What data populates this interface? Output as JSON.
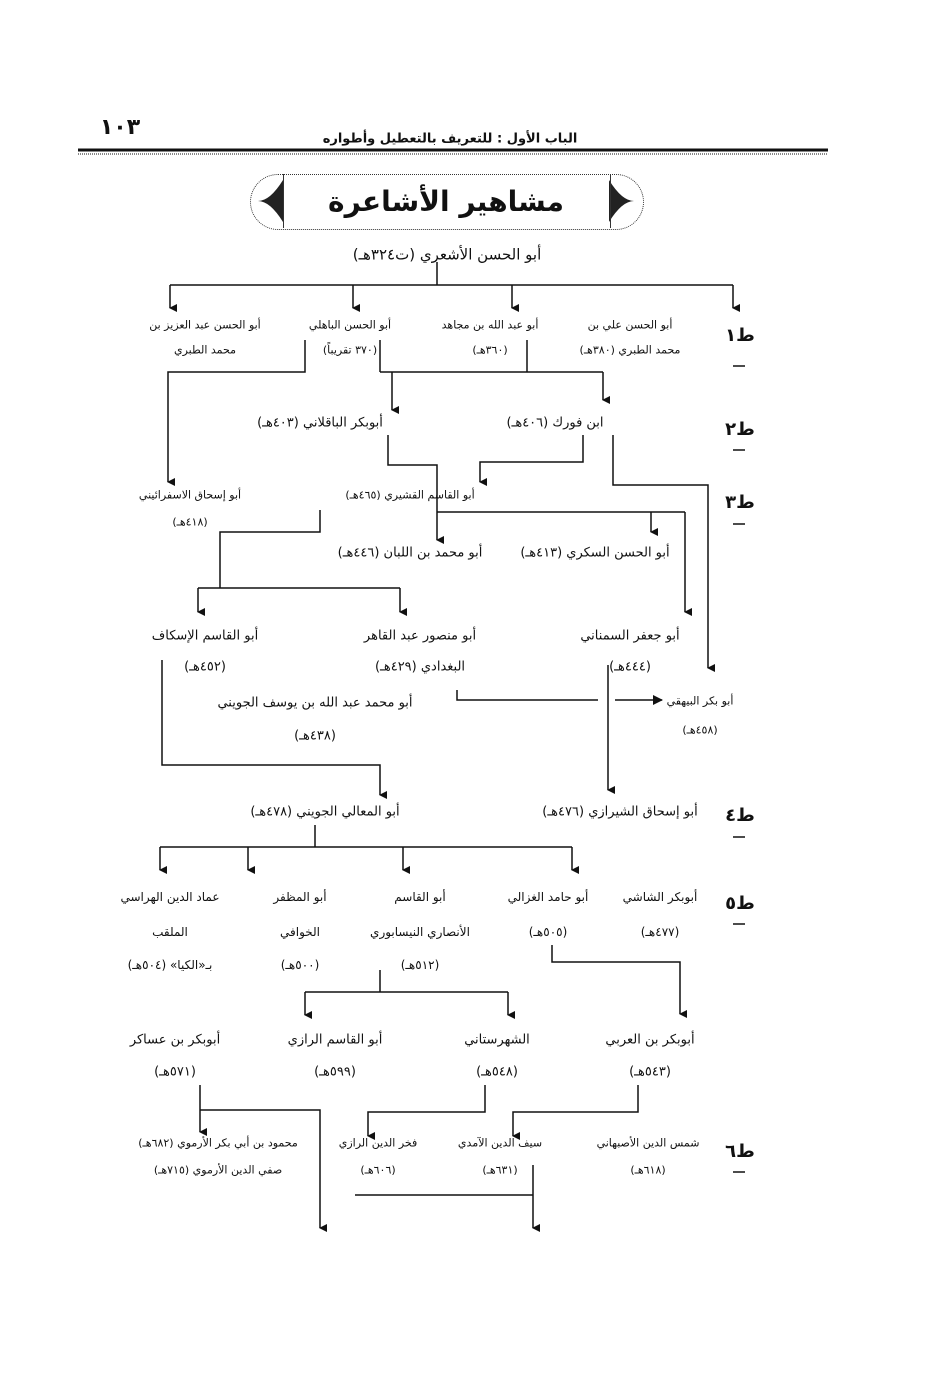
{
  "header": {
    "page_number": "١٠٣",
    "running_title": "الباب الأول : للتعريف بالتعطيل وأطواره"
  },
  "title": "مشاهير الأشاعرة",
  "root": "أبو الحسن الأشعري (ت٣٢٤هـ)",
  "tiers": [
    "ط١",
    "ط٢",
    "ط٣",
    "ط٤",
    "ط٥",
    "ط٦"
  ],
  "nodes": {
    "tabari_abdulaziz": [
      "أبو الحسن عبد العزيز بن",
      "محمد الطبري"
    ],
    "bahili": [
      "أبو الحسن الباهلي",
      "(٣٧٠ تقريباً)"
    ],
    "ibn_mujahid": [
      "أبو عبد الله بن مجاهد",
      "(٣٦٠هـ)"
    ],
    "tabari_ali": [
      "أبو الحسن علي بن",
      "محمد الطبري (٣٨٠هـ)"
    ],
    "baqillani": [
      "أبوبكر الباقلاني (٤٠٣هـ)"
    ],
    "ibn_furak": [
      "ابن فورك (٤٠٦هـ)"
    ],
    "isfarayini": [
      "أبو إسحاق الاسفرائيني",
      "(٤١٨هـ)"
    ],
    "qushayri": [
      "أبو القاسم القشيري (٤٦٥هـ)"
    ],
    "ibn_labban": [
      "أبو محمد بن اللبان (٤٤٦هـ)"
    ],
    "sukkari": [
      "أبو الحسن السكري (٤١٣هـ)"
    ],
    "iskaf": [
      "أبو القاسم الإسكاف",
      "(٤٥٢هـ)"
    ],
    "baghdadi": [
      "أبو منصور عبد القاهر",
      "البغدادي (٤٢٩هـ)"
    ],
    "simnani": [
      "أبو جعفر السمناني",
      "(٤٤٤هـ)"
    ],
    "bayhaqi": [
      "أبو بكر البيهقي",
      "(٤٥٨هـ)"
    ],
    "juwayni_father": [
      "أبو محمد عبد الله بن يوسف الجويني",
      "(٤٣٨هـ)"
    ],
    "juwayni": [
      "أبو المعالي الجويني (٤٧٨هـ)"
    ],
    "shirazi": [
      "أبو إسحاق الشيرازي (٤٧٦هـ)"
    ],
    "harrasi": [
      "عماد الدين الهراسي",
      "الملقب",
      "بـ«الكيا» (٥٠٤هـ)"
    ],
    "khawafi": [
      "أبو المظفر",
      "الخوافي",
      "(٥٠٠هـ)"
    ],
    "nisaburi": [
      "أبو القاسم",
      "الأنصاري النيسابوري",
      "(٥١٢هـ)"
    ],
    "ghazali": [
      "أبو حامد الغزالي",
      "(٥٠٥هـ)"
    ],
    "shashi": [
      "أبوبكر الشاشي",
      "(٤٧٧هـ)"
    ],
    "ibn_asakir": [
      "أبوبكر بن عساكر",
      "(٥٧١هـ)"
    ],
    "razi_qasim": [
      "أبو القاسم الرازي",
      "(٥٩٩هـ)"
    ],
    "shahrastani": [
      "الشهرستاني",
      "(٥٤٨هـ)"
    ],
    "ibn_arabi": [
      "أبوبكر بن العربي",
      "(٥٤٣هـ)"
    ],
    "urmawi": [
      "محمود بن أبي بكر الأرموي (٦٨٢هـ)",
      "صفي الدين الأرموي (٧١٥هـ)"
    ],
    "fakhr_razi": [
      "فخر الدين الرازي",
      "(٦٠٦هـ)"
    ],
    "amidi": [
      "سيف الدين الآمدي",
      "(٦٣١هـ)"
    ],
    "isbahani": [
      "شمس الدين الأصبهاني",
      "(٦١٨هـ)"
    ]
  }
}
